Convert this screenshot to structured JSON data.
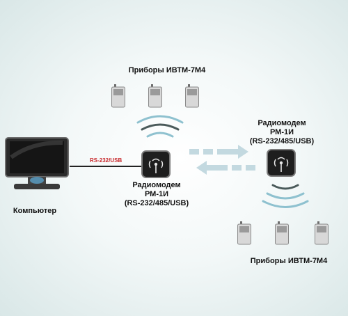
{
  "top_devices_label": "Приборы ИВТМ-7М4",
  "bottom_devices_label": "Приборы ИВТМ-7М4",
  "computer_label": "Компьютер",
  "connection_label": "RS-232/USB",
  "modem_local": {
    "line1": "Радиомодем",
    "line2": "РМ-1И",
    "line3": "(RS-232/485/USB)"
  },
  "modem_remote": {
    "line1": "Радиомодем",
    "line2": "РМ-1И",
    "line3": "(RS-232/485/USB)"
  },
  "icons": {
    "device": "measuring-device-icon",
    "modem": "radio-modem-icon",
    "computer": "monitor-icon",
    "signal": "radio-wave-icon",
    "arrow": "dashed-arrow-icon"
  },
  "colors": {
    "connection": "#c8282b",
    "wave_dark": "#4a5a5a",
    "wave_light": "#8ec1cf",
    "arrow": "#c3d9e0"
  }
}
